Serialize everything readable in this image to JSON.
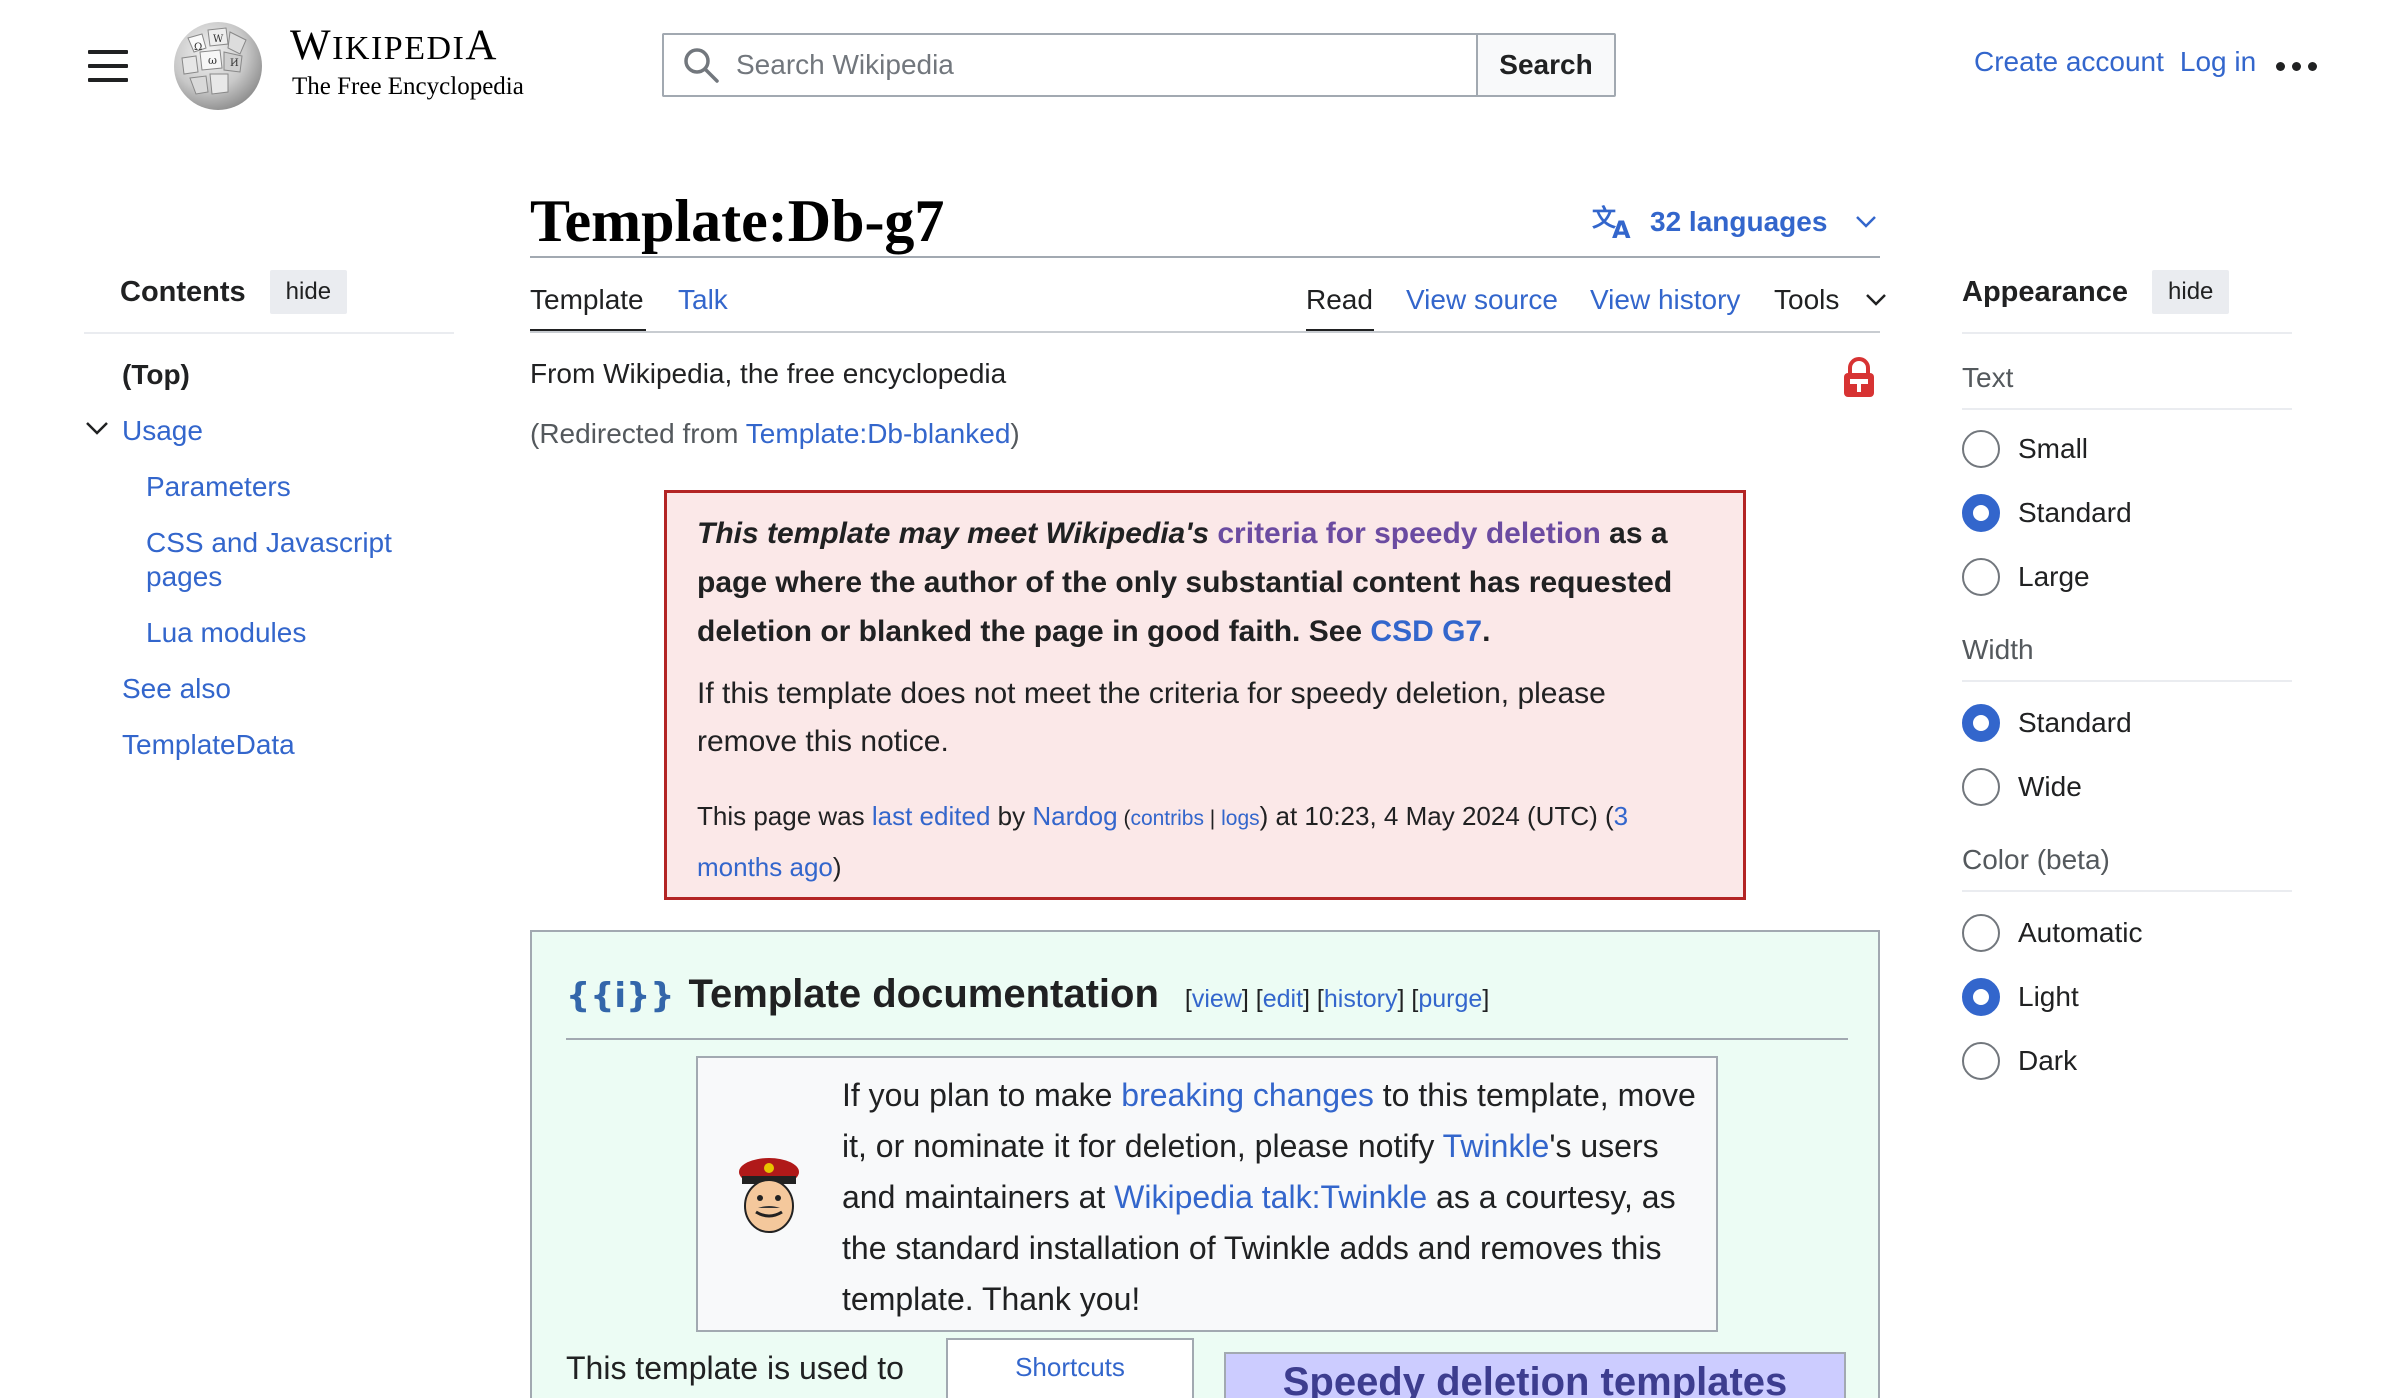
{
  "header": {
    "wordmark_first": "W",
    "wordmark_rest": "IKIPEDI",
    "wordmark_last": "A",
    "tagline": "The Free Encyclopedia",
    "search_placeholder": "Search Wikipedia",
    "search_button": "Search",
    "create_account": "Create account",
    "log_in": "Log in"
  },
  "toc": {
    "title": "Contents",
    "hide": "hide",
    "items": [
      "(Top)",
      "Usage",
      "Parameters",
      "CSS and Javascript",
      "pages",
      "Lua modules",
      "See also",
      "TemplateData"
    ]
  },
  "page": {
    "title": "Template:Db-g7",
    "languages": "32 languages",
    "tabs": {
      "template": "Template",
      "talk": "Talk",
      "read": "Read",
      "view_source": "View source",
      "view_history": "View history",
      "tools": "Tools"
    },
    "from_wp": "From Wikipedia, the free encyclopedia",
    "redirected_prefix": "(Redirected from ",
    "redirected_link": "Template:Db-blanked",
    "redirected_suffix": ")"
  },
  "csd": {
    "line1_italic": "This template may meet Wikipedia's ",
    "line1_link": "criteria for speedy deletion",
    "line1_rest": " as a page where the author of the only substantial content has requested deletion or blanked the page in good faith. See ",
    "csd_link": "CSD G7",
    "period": ".",
    "sub": "If this template does not meet the criteria for speedy deletion, please remove this notice.",
    "meta_prefix": "This page was ",
    "meta_last_edited": "last edited",
    "meta_by": " by ",
    "meta_user": "Nardog",
    "meta_paren_open": " (",
    "meta_contribs": "contribs",
    "meta_sep": " | ",
    "meta_logs": "logs",
    "meta_at": ") at 10:23, 4 May 2024 (UTC) (",
    "meta_ago": "3 months ago",
    "meta_close": ")"
  },
  "doc": {
    "icon": "{{i}}",
    "title": "Template documentation",
    "links": {
      "view": "view",
      "edit": "edit",
      "history": "history",
      "purge": "purge"
    },
    "twinkle": {
      "t1": "If you plan to make ",
      "l1": "breaking changes",
      "t2": " to this template, move it, or nominate it for deletion, please notify ",
      "l2": "Twinkle",
      "t3": "'s users and maintainers at ",
      "l3": "Wikipedia talk:Twinkle",
      "t4": " as a courtesy, as the standard installation of Twinkle adds and removes this template. Thank you!"
    },
    "used_to": "This template is used to",
    "shortcuts": "Shortcuts",
    "speedy": "Speedy deletion templates"
  },
  "appearance": {
    "title": "Appearance",
    "hide": "hide",
    "text_label": "Text",
    "text_options": [
      "Small",
      "Standard",
      "Large"
    ],
    "text_selected": "Standard",
    "width_label": "Width",
    "width_options": [
      "Standard",
      "Wide"
    ],
    "width_selected": "Standard",
    "color_label": "Color (beta)",
    "color_options": [
      "Automatic",
      "Light",
      "Dark"
    ],
    "color_selected": "Light"
  },
  "colors": {
    "link": "#3366cc",
    "visited": "#6b4ba1",
    "csd_bg": "#fbe8e8",
    "csd_border": "#b32424",
    "doc_bg": "#ecfcf4"
  }
}
